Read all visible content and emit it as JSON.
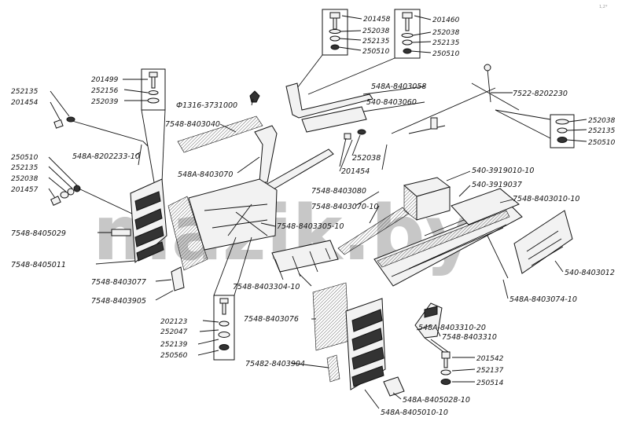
{
  "corner_mark": "1,2*",
  "watermark": "mazik.by",
  "labels": {
    "p201458": "201458",
    "p252038_a": "252038",
    "p252135_a": "252135",
    "p250510_a": "250510",
    "p201460": "201460",
    "p252038_b": "252038",
    "p252135_b": "252135",
    "p250510_b": "250510",
    "p548A_8403058": "548А-8403058",
    "p540_8403060": "540-8403060",
    "p7522_8202230": "7522-8202230",
    "p252038_c": "252038",
    "p252135_c": "252135",
    "p250510_c": "250510",
    "p252135_d": "252135",
    "p201454_a": "201454",
    "p201499": "201499",
    "p252156": "252156",
    "p252039": "252039",
    "pF1316_3731000": "Ф1316-3731000",
    "p7548_8403040": "7548-8403040",
    "p548A_8403070": "548А-8403070",
    "p252038_e": "252038",
    "p201454_b": "201454",
    "p548A_8202233_10": "548А-8202233-10",
    "p250510_f": "250510",
    "p252135_f": "252135",
    "p252038_f": "252038",
    "p201457": "201457",
    "p540_3919010_10": "540-3919010-10",
    "p540_3919037": "540-3919037",
    "p7548_8403080": "7548-8403080",
    "p7548_8403070_10": "7548-8403070-10",
    "p7548_8403010_10": "7548-8403010-10",
    "p7548_8403305_10": "7548-8403305-10",
    "p7548_8405029": "7548-8405029",
    "p7548_8405011": "7548-8405011",
    "p540_8403012": "540-8403012",
    "p7548_8403077": "7548-8403077",
    "p7548_8403905": "7548-8403905",
    "p7548_8403304_10": "7548-8403304-10",
    "p548A_8403074_10": "548А-8403074-10",
    "p202123": "202123",
    "p252047": "252047",
    "p252139": "252139",
    "p250560": "250560",
    "p7548_8403076": "7548-8403076",
    "p548A_8403310_20": "548А-8403310-20",
    "p7548_8403310": "7548-8403310",
    "p201542": "201542",
    "p252137": "252137",
    "p250514": "250514",
    "p75482_8403904": "75482-8403904",
    "p548A_8405028_10": "548А-8405028-10",
    "p548A_8405010_10": "548А-8405010-10"
  }
}
